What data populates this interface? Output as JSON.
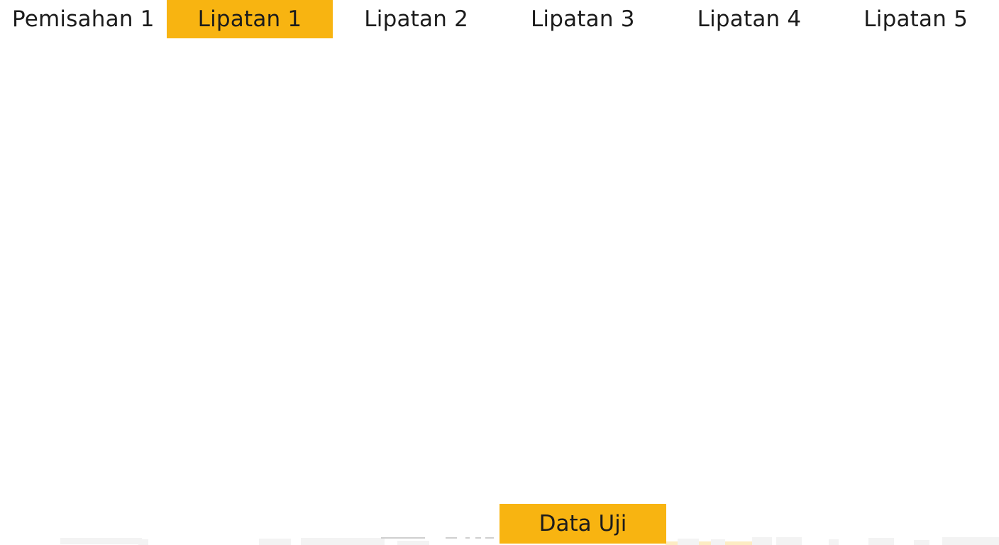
{
  "slide": {
    "background_color": "#ffffff",
    "accent_color": "#F8B411",
    "text_color": "#1c1c1c"
  },
  "header": {
    "tabs": [
      {
        "label": "Pemisahan 1",
        "active": false
      },
      {
        "label": "Lipatan 1",
        "active": true
      },
      {
        "label": "Lipatan 2",
        "active": false
      },
      {
        "label": "Lipatan 3",
        "active": false
      },
      {
        "label": "Lipatan 4",
        "active": false
      },
      {
        "label": "Lipatan 5",
        "active": false
      }
    ]
  },
  "footer": {
    "test_data_label": "Data Uji"
  }
}
